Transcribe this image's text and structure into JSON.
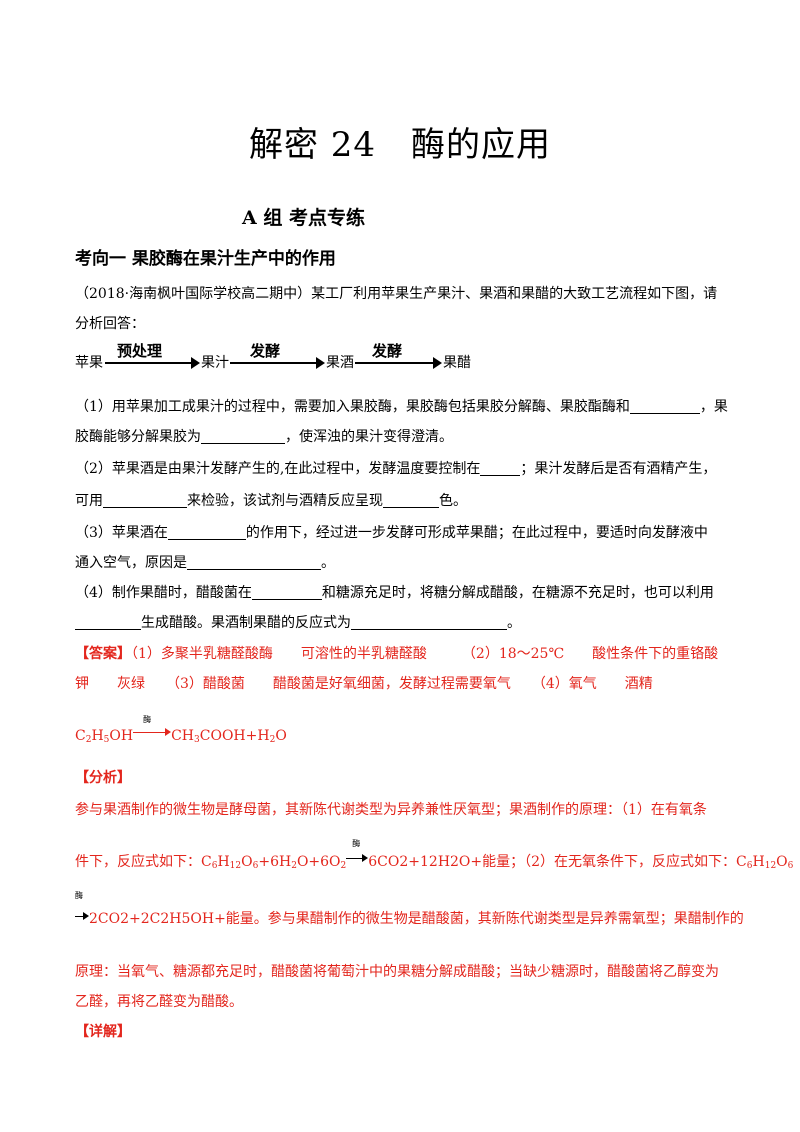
{
  "title": "解密 24　酶的应用",
  "group": "A 组  考点专练",
  "section": "考向一  果胶酶在果汁生产中的作用",
  "intro": {
    "line1": "（2018·海南枫叶国际学校高二期中）某工厂利用苹果生产果汁、果酒和果醋的大致工艺流程如下图，请",
    "line2": "分析回答："
  },
  "flow": {
    "start": "苹果",
    "step1_label": "预处理",
    "product1": "果汁",
    "step2_label": "发酵",
    "product2": "果酒",
    "step3_label": "发酵",
    "product3": "果醋"
  },
  "questions": {
    "q1_a": "（1）用苹果加工成果汁的过程中，需要加入果胶酶，果胶酶包括果胶分解酶、果胶酯酶和",
    "q1_b": "，果",
    "q1_c": "胶酶能够分解果胶为",
    "q1_d": "，使浑浊的果汁变得澄清。",
    "q2_a": "（2）苹果酒是由果汁发酵产生的,在此过程中，发酵温度要控制在",
    "q2_b": "；果汁发酵后是否有酒精产生，",
    "q2_c": "可用",
    "q2_d": "来检验，该试剂与酒精反应呈现",
    "q2_e": "色。",
    "q3_a": "（3）苹果酒在",
    "q3_b": "的作用下，经过进一步发酵可形成苹果醋；在此过程中，要适时向发酵液中",
    "q3_c": "通入空气，原因是",
    "q3_d": "。",
    "q4_a": "（4）制作果醋时，醋酸菌在",
    "q4_b": "和糖源充足时，将糖分解成醋酸，在糖源不充足时，也可以利用",
    "q4_c": "生成醋酸。果酒制果醋的反应式为",
    "q4_d": "。"
  },
  "answer": {
    "label": "【答案】",
    "line1": "（1）多聚半乳糖醛酸酶　　可溶性的半乳糖醛酸　　　（2）18～25℃　　酸性条件下的重铬酸",
    "line2": "钾　　灰绿　　（3）醋酸菌　　醋酸菌是好氧细菌，发酵过程需要氧气　　（4）氧气　　酒精",
    "eq_left": "C2H5OH",
    "eq_enzyme": "酶",
    "eq_right": "CH3COOH+H2O"
  },
  "analysis": {
    "label": "【分析】",
    "line1": "参与果酒制作的微生物是酵母菌，其新陈代谢类型为异养兼性厌氧型；果酒制作的原理：（1）在有氧条",
    "line2_a": "件下，反应式如下：",
    "line2_b": "6CO2+12H2O+能量；（2）在无氧条件下，反应式如下：",
    "enzyme": "酶",
    "line3_b": "2CO2+2C2H5OH+能量。参与果醋制作的微生物是醋酸菌，其新陈代谢类型是异养需氧型；果醋制作的",
    "line4": "原理：当氧气、糖源都充足时，醋酸菌将葡萄汁中的果糖分解成醋酸；当缺少糖源时，醋酸菌将乙醇变为",
    "line5": "乙醛，再将乙醛变为醋酸。"
  },
  "detail": {
    "label": "【详解】"
  }
}
